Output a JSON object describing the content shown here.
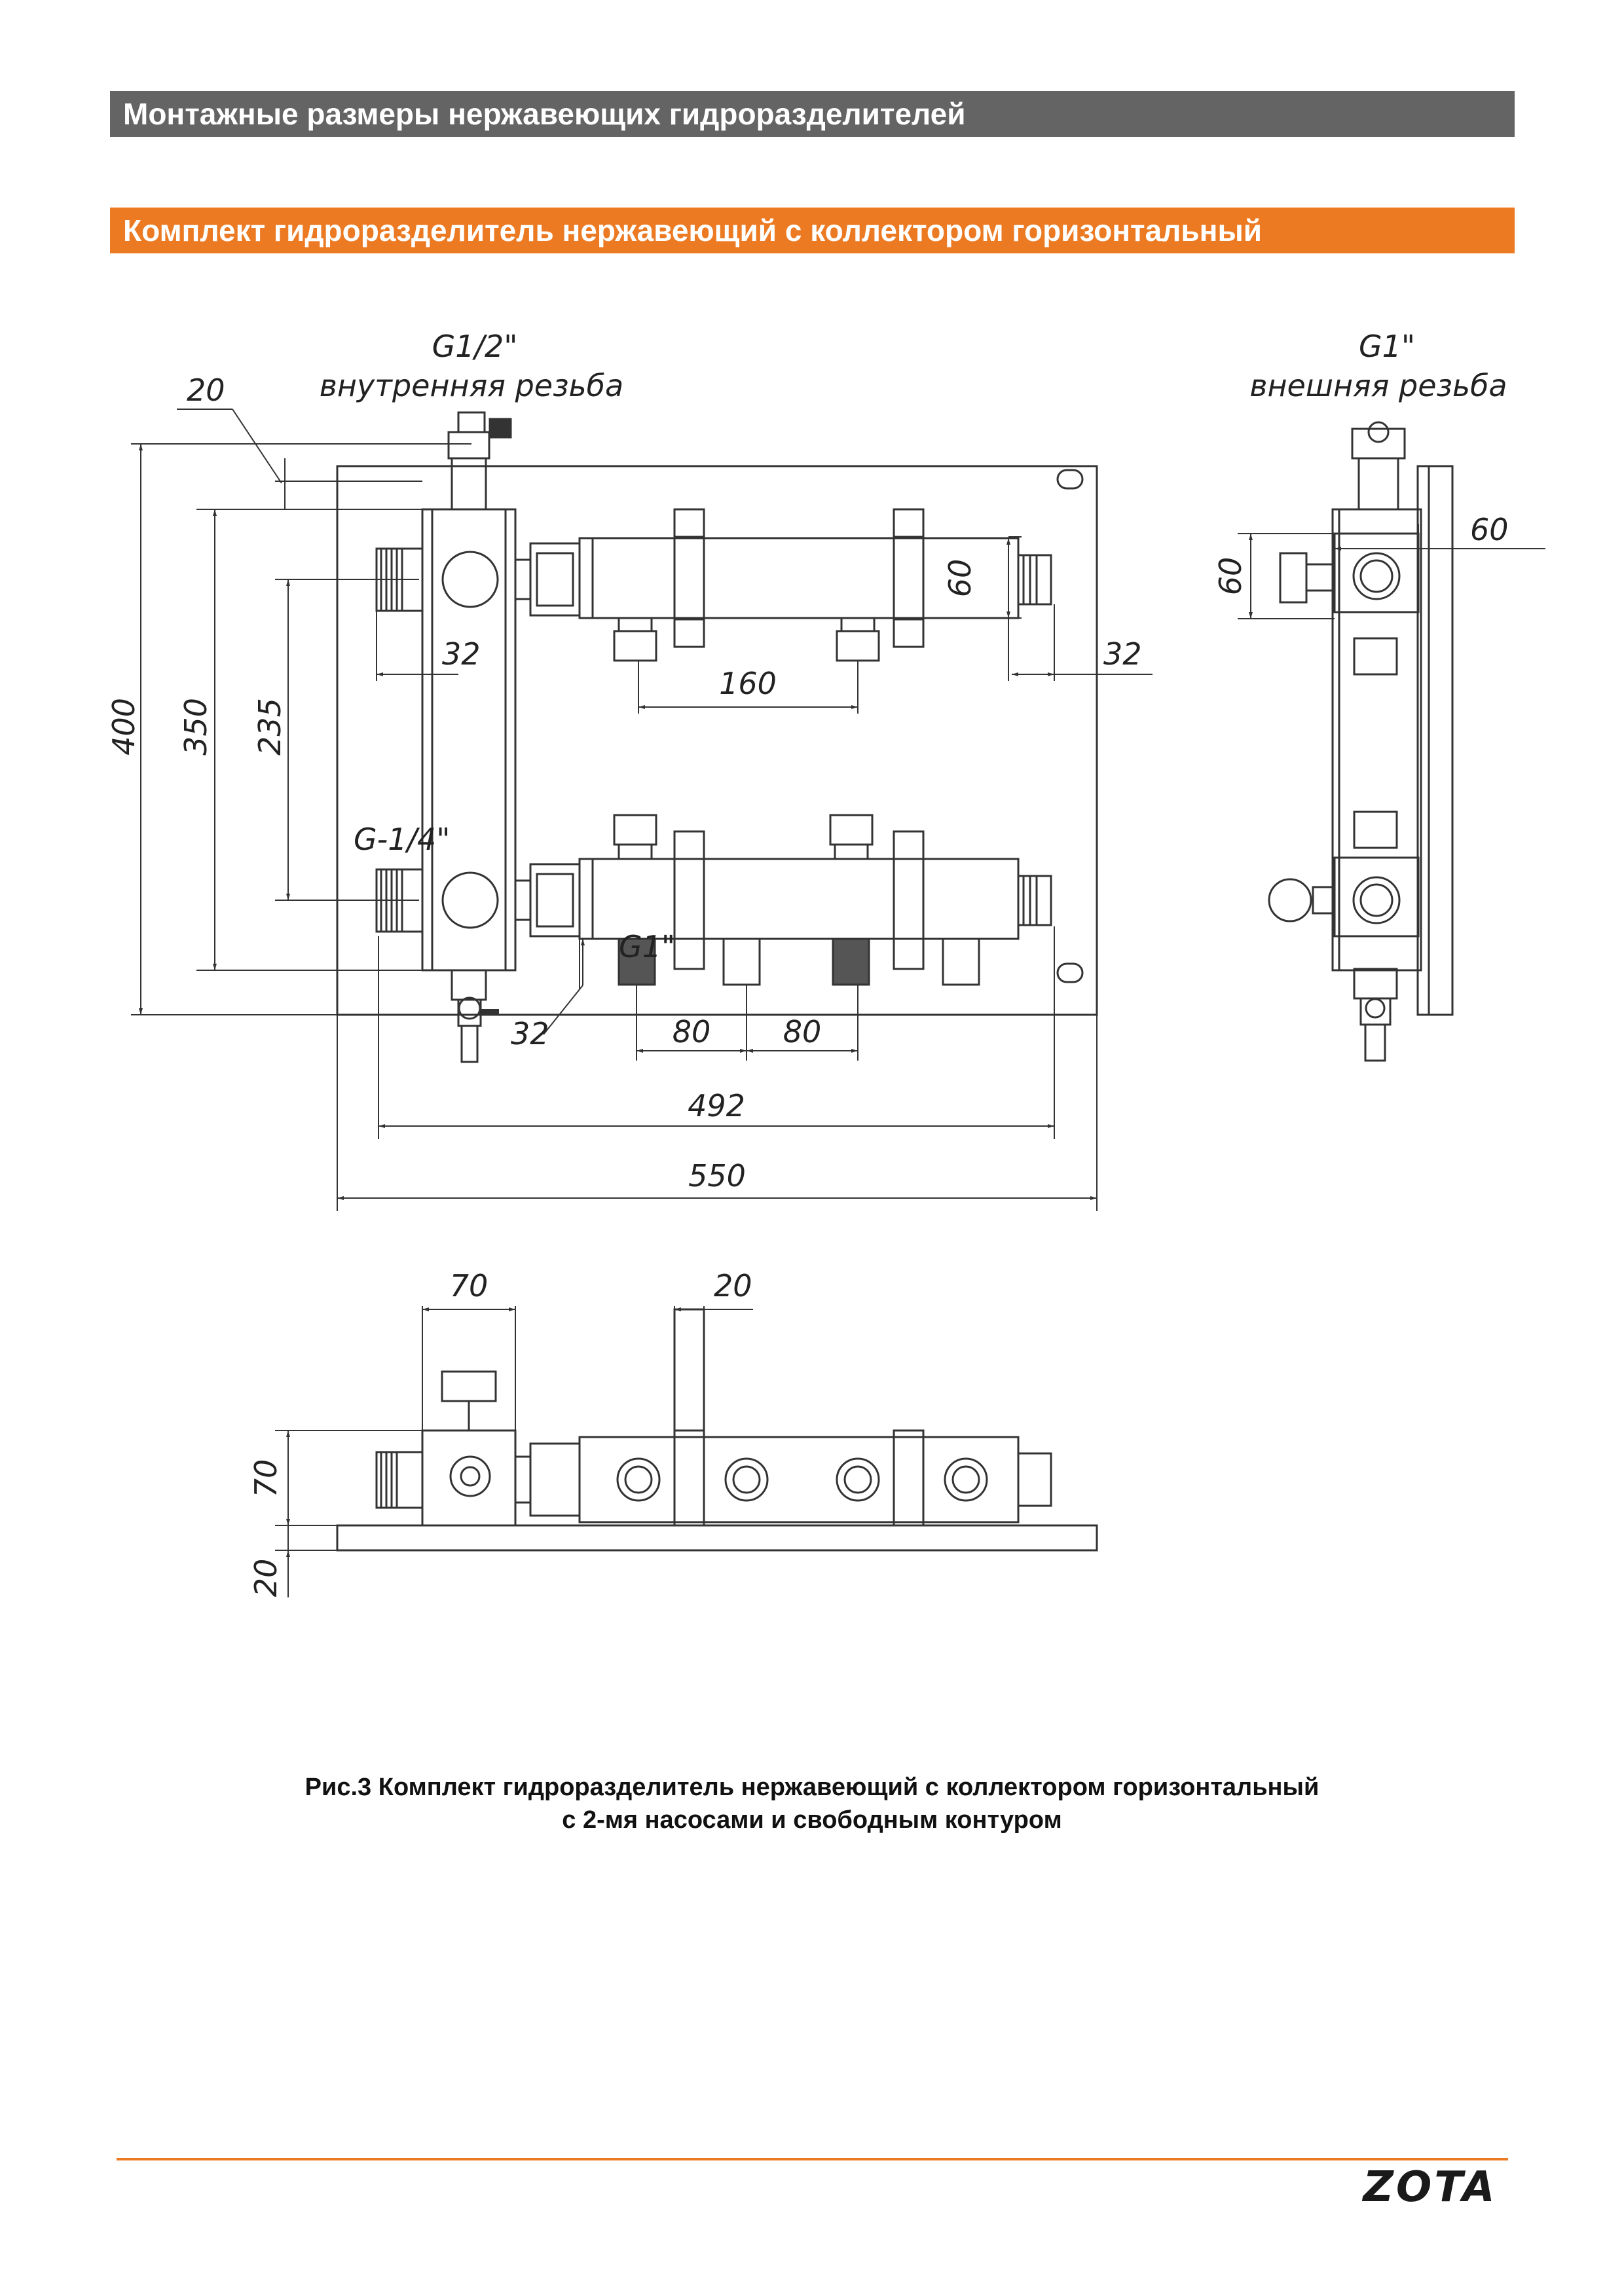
{
  "header": {
    "title": "Монтажные размеры нержавеющих гидроразделителей"
  },
  "section": {
    "title": "Комплект гидроразделитель нержавеющий с коллектором горизонтальный"
  },
  "colors": {
    "header_gray": "#646464",
    "accent_orange": "#ec7a23",
    "line": "#333333"
  },
  "front_view": {
    "top_connection": {
      "thread": "G1/2\"",
      "type": "внутренняя резьба"
    },
    "dims": {
      "d20": "20",
      "height_400": "400",
      "height_350": "350",
      "spacing_235": "235",
      "sensor_thread": "G-1/4\"",
      "offset_32_left": "32",
      "offset_32_right": "32",
      "offset_32_bottom": "32",
      "pitch_160": "160",
      "pipe_60": "60",
      "outlet_thread": "G1\"",
      "pitch_80_a": "80",
      "pitch_80_b": "80",
      "width_492": "492",
      "width_550": "550"
    }
  },
  "side_view": {
    "connection": {
      "thread": "G1\"",
      "type": "внешняя резьба"
    },
    "dims": {
      "w60": "60",
      "h60": "60"
    }
  },
  "bottom_view": {
    "dims": {
      "w70": "70",
      "w20": "20",
      "h70": "70",
      "h20": "20"
    }
  },
  "caption": {
    "line1": "Рис.3 Комплект гидроразделитель нержавеющий с коллектором горизонтальный",
    "line2": "с 2-мя насосами и свободным контуром"
  },
  "logo": {
    "text": "ZOTA"
  }
}
